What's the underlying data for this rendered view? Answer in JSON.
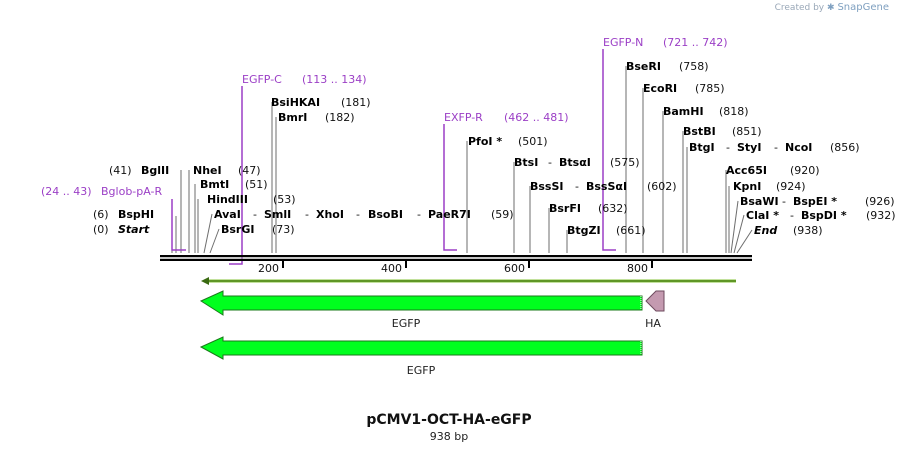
{
  "credit": {
    "prefix": "Created by",
    "brand": "SnapGene"
  },
  "title": "pCMV1-OCT-HA-eGFP",
  "length_label": "938 bp",
  "colors": {
    "feature": "#00ff1e",
    "ha": "#c49ab0",
    "primer": "#9b3fc6",
    "orf": "#84c33a"
  },
  "ticks": [
    "200",
    "400",
    "600",
    "800"
  ],
  "primers": [
    {
      "name": "Bglob-pA-R",
      "range": "(24 .. 43)"
    },
    {
      "name": "EGFP-C",
      "range": "(113 .. 134)"
    },
    {
      "name": "EXFP-R",
      "range": "(462 .. 481)"
    },
    {
      "name": "EGFP-N",
      "range": "(721 .. 742)"
    }
  ],
  "sites": [
    {
      "name": "Start",
      "pos": "(0)",
      "italic": true
    },
    {
      "name": "BspHI",
      "pos": "(6)"
    },
    {
      "name": "BglII",
      "pos": "(41)"
    },
    {
      "name": "NheI",
      "pos": "(47)"
    },
    {
      "name": "BmtI",
      "pos": "(51)"
    },
    {
      "name": "HindIII",
      "pos": "(53)"
    },
    {
      "name": "AvaI",
      "sep1": "-",
      "n2": "SmlI",
      "sep2": "-",
      "n3": "XhoI",
      "sep3": "-",
      "n4": "BsoBI",
      "sep4": "-",
      "n5": "PaeR7I",
      "pos": "(59)"
    },
    {
      "name": "BsrGI",
      "pos": "(73)"
    },
    {
      "name": "BsiHKAI",
      "pos": "(181)"
    },
    {
      "name": "BmrI",
      "pos": "(182)"
    },
    {
      "name": "PfoI *",
      "pos": "(501)"
    },
    {
      "name": "BtsI",
      "sep1": "-",
      "n2": "BtsαI",
      "pos": "(575)"
    },
    {
      "name": "BssSI",
      "sep1": "-",
      "n2": "BssSαI",
      "pos": "(602)"
    },
    {
      "name": "BsrFI",
      "pos": "(632)"
    },
    {
      "name": "BtgZI",
      "pos": "(661)"
    },
    {
      "name": "BseRI",
      "pos": "(758)"
    },
    {
      "name": "EcoRI",
      "pos": "(785)"
    },
    {
      "name": "BamHI",
      "pos": "(818)"
    },
    {
      "name": "BstBI",
      "pos": "(851)"
    },
    {
      "name": "BtgI",
      "sep1": "-",
      "n2": "StyI",
      "sep2": "-",
      "n3": "NcoI",
      "pos": "(856)"
    },
    {
      "name": "Acc65I",
      "pos": "(920)"
    },
    {
      "name": "KpnI",
      "pos": "(924)"
    },
    {
      "name": "BsaWI",
      "sep1": "-",
      "n2": "BspEI *",
      "pos": "(926)"
    },
    {
      "name": "ClaI *",
      "sep1": "-",
      "n2": "BspDI *",
      "pos": "(932)"
    },
    {
      "name": "End",
      "pos": "(938)",
      "italic": true
    }
  ],
  "features": [
    {
      "name": "EGFP"
    },
    {
      "name": "HA"
    },
    {
      "name": "EGFP"
    }
  ]
}
